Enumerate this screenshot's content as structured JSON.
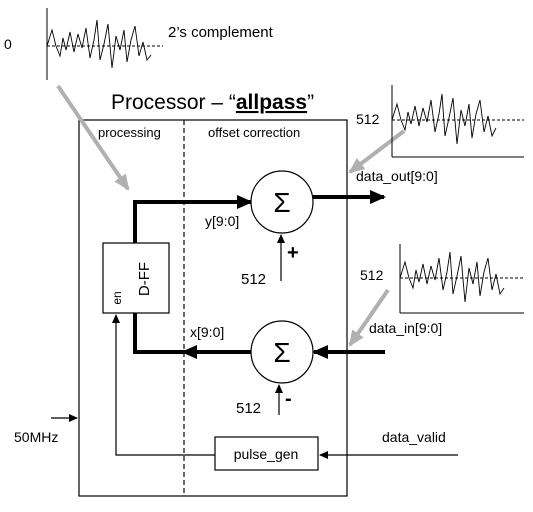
{
  "title": {
    "prefix": "Processor – “",
    "name": "allpass",
    "suffix": "”"
  },
  "labels": {
    "zero": "0",
    "twos_complement": "2’s complement",
    "processing": "processing",
    "offset_correction": "offset correction",
    "out_offset": "512",
    "data_out": "data_out[9:0]",
    "y_bus": "y[9:0]",
    "sum_symbol": "Σ",
    "plus": "+",
    "upper_const": "512",
    "in_offset": "512",
    "dff": "D-FF",
    "en": "en",
    "x_bus": "x[9:0]",
    "data_in": "data_in[9:0]",
    "minus": "-",
    "lower_const": "512",
    "clock": "50MHz",
    "data_valid": "data_valid",
    "pulse_gen": "pulse_gen"
  },
  "colors": {
    "line": "#000000",
    "pointer": "#b0b0b0"
  }
}
